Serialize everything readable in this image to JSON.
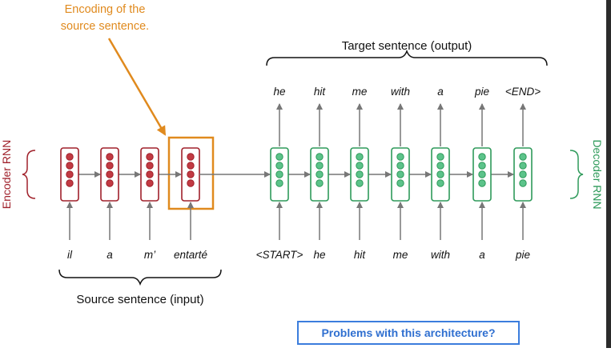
{
  "annotation": {
    "line1": "Encoding of the",
    "line2": "source sentence.",
    "color": "#e08a1e"
  },
  "target_caption": "Target sentence (output)",
  "source_caption": "Source sentence (input)",
  "encoder_label": "Encoder RNN",
  "decoder_label": "Decoder RNN",
  "encoder_color": "#a0212b",
  "decoder_color": "#2e9a5a",
  "source_words": [
    "il",
    "a",
    "m’",
    "entarté"
  ],
  "decoder_inputs": [
    "<START>",
    "he",
    "hit",
    "me",
    "with",
    "a",
    "pie"
  ],
  "decoder_outputs": [
    "he",
    "hit",
    "me",
    "with",
    "a",
    "pie",
    "<END>"
  ],
  "problems_button": "Problems with this architecture?"
}
